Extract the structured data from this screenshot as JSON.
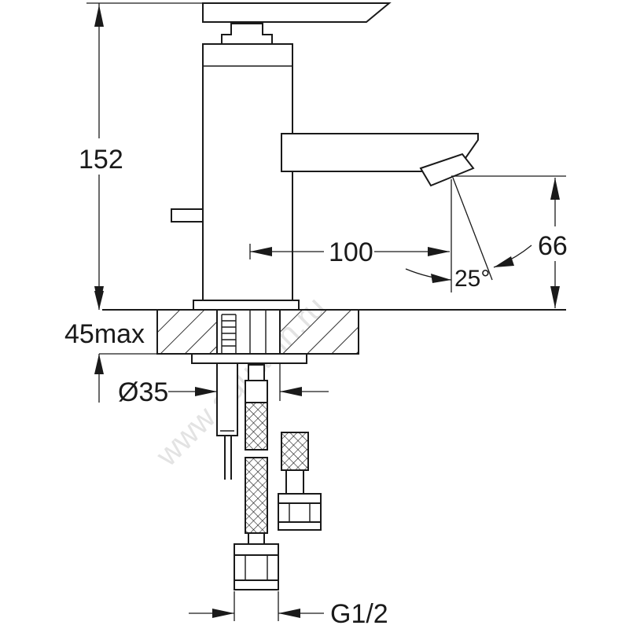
{
  "dimensions": {
    "height_total": "152",
    "spout_reach": "100",
    "spout_height": "66",
    "spout_angle": "25°",
    "deck_thickness": "45max",
    "mount_diameter": "Ø35",
    "connection_thread": "G1/2"
  },
  "watermark": "www.aquanin.ru",
  "colors": {
    "line": "#1a1a1a",
    "background": "#ffffff",
    "watermark": "#e3e3e3"
  }
}
